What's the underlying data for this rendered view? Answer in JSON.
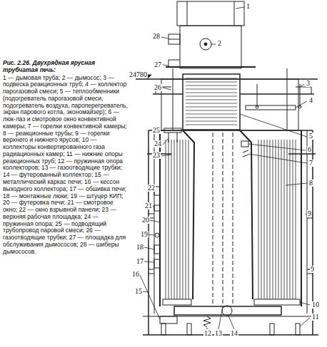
{
  "diagram": {
    "title": "Рис. 2.26. Двухрядная ярусная трубчатая печь:",
    "caption": "1 — дымовая труба; 2 — дымосос; 3 — подвеска реакционных труб; 4 — коллектор парогазовой смеси; 5 — теплообменники (подогреватель парогазовой смеси, подогреватель воздуха, пароперегреватель, экран парового котла, экономайзер); 6 — люк-лаз и смотровое окно конвективной камеры; 7 — горелки конвективной камеры; 8 — реакционные трубы; 9 — горелки верхнего и нижнего ярусов; 10 — коллекторы конвертированного газа радиационных камер; 11 — нижние опоры реакционных труб; 12 — пружинная опора коллекторов; 13 — газоотводящие трубки; 14 — футерованный коллектор; 15 — металлический каркас печи; 16 — кессон выходного коллектора; 17 — обшивка печи; 18 — монтажные люки; 19 — штуцер КИП; 20 — футеровка печи; 21 — смотровое окно; 22 — окно взрывной панели; 23 — верхняя рабочая площадка; 24 — пружинная опора; 25 — подводящий трубопровод паровой смеси; 26 — газоотводящие трубки; 27 — площадка для обслуживания дымососов; 28 — шиберы дымососов.",
    "labels": [
      "1",
      "28",
      "2",
      "27",
      "24780",
      "26",
      "3",
      "4",
      "25",
      "5",
      "24",
      "6",
      "23",
      "7",
      "22",
      "8",
      "21",
      "20",
      "9",
      "19",
      "18",
      "17",
      "16",
      "9",
      "15",
      "10",
      "11",
      "12",
      "13",
      "14"
    ]
  }
}
